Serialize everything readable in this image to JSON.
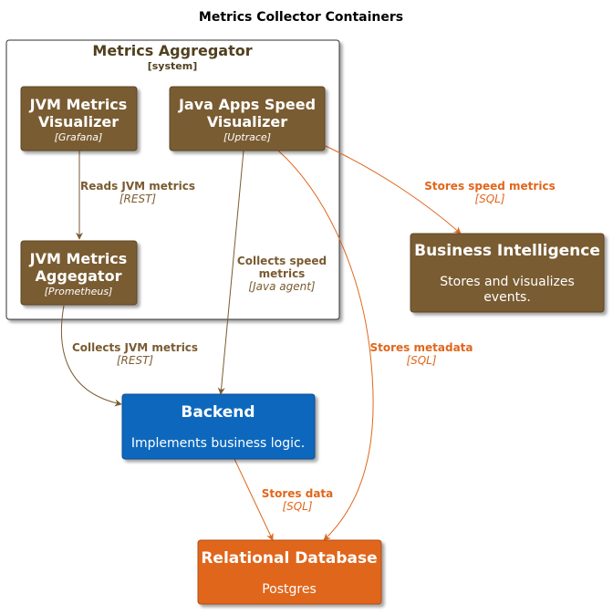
{
  "title": "Metrics Collector Containers",
  "colors": {
    "container_brown": "#7a5b31",
    "backend_blue": "#1168bd",
    "database_orange": "#e0661c",
    "arrow_brown": "#7a5b31",
    "arrow_orange": "#e0661c"
  },
  "system": {
    "name": "Metrics Aggregator",
    "type": "[system]"
  },
  "nodes": {
    "jvm_visualizer": {
      "line1": "JVM Metrics",
      "line2": "Visualizer",
      "tech": "[Grafana]"
    },
    "speed_visualizer": {
      "line1": "Java Apps Speed",
      "line2": "Visualizer",
      "tech": "[Uptrace]"
    },
    "jvm_aggregator": {
      "line1": "JVM Metrics",
      "line2": "Aggegator",
      "tech": "[Prometheus]"
    },
    "business_intelligence": {
      "name": "Business Intelligence",
      "desc1": "Stores and visualizes",
      "desc2": "events."
    },
    "backend": {
      "name": "Backend",
      "desc": "Implements business logic."
    },
    "database": {
      "name": "Relational Database",
      "desc": "Postgres"
    }
  },
  "edges": {
    "reads_jvm": {
      "label": "Reads JVM metrics",
      "tech": "[REST]"
    },
    "collects_speed": {
      "label1": "Collects speed",
      "label2": "metrics",
      "tech": "[Java agent]"
    },
    "stores_speed": {
      "label": "Stores speed metrics",
      "tech": "[SQL]"
    },
    "collects_jvm": {
      "label": "Collects JVM metrics",
      "tech": "[REST]"
    },
    "stores_metadata": {
      "label": "Stores metadata",
      "tech": "[SQL]"
    },
    "stores_data": {
      "label": "Stores data",
      "tech": "[SQL]"
    }
  }
}
